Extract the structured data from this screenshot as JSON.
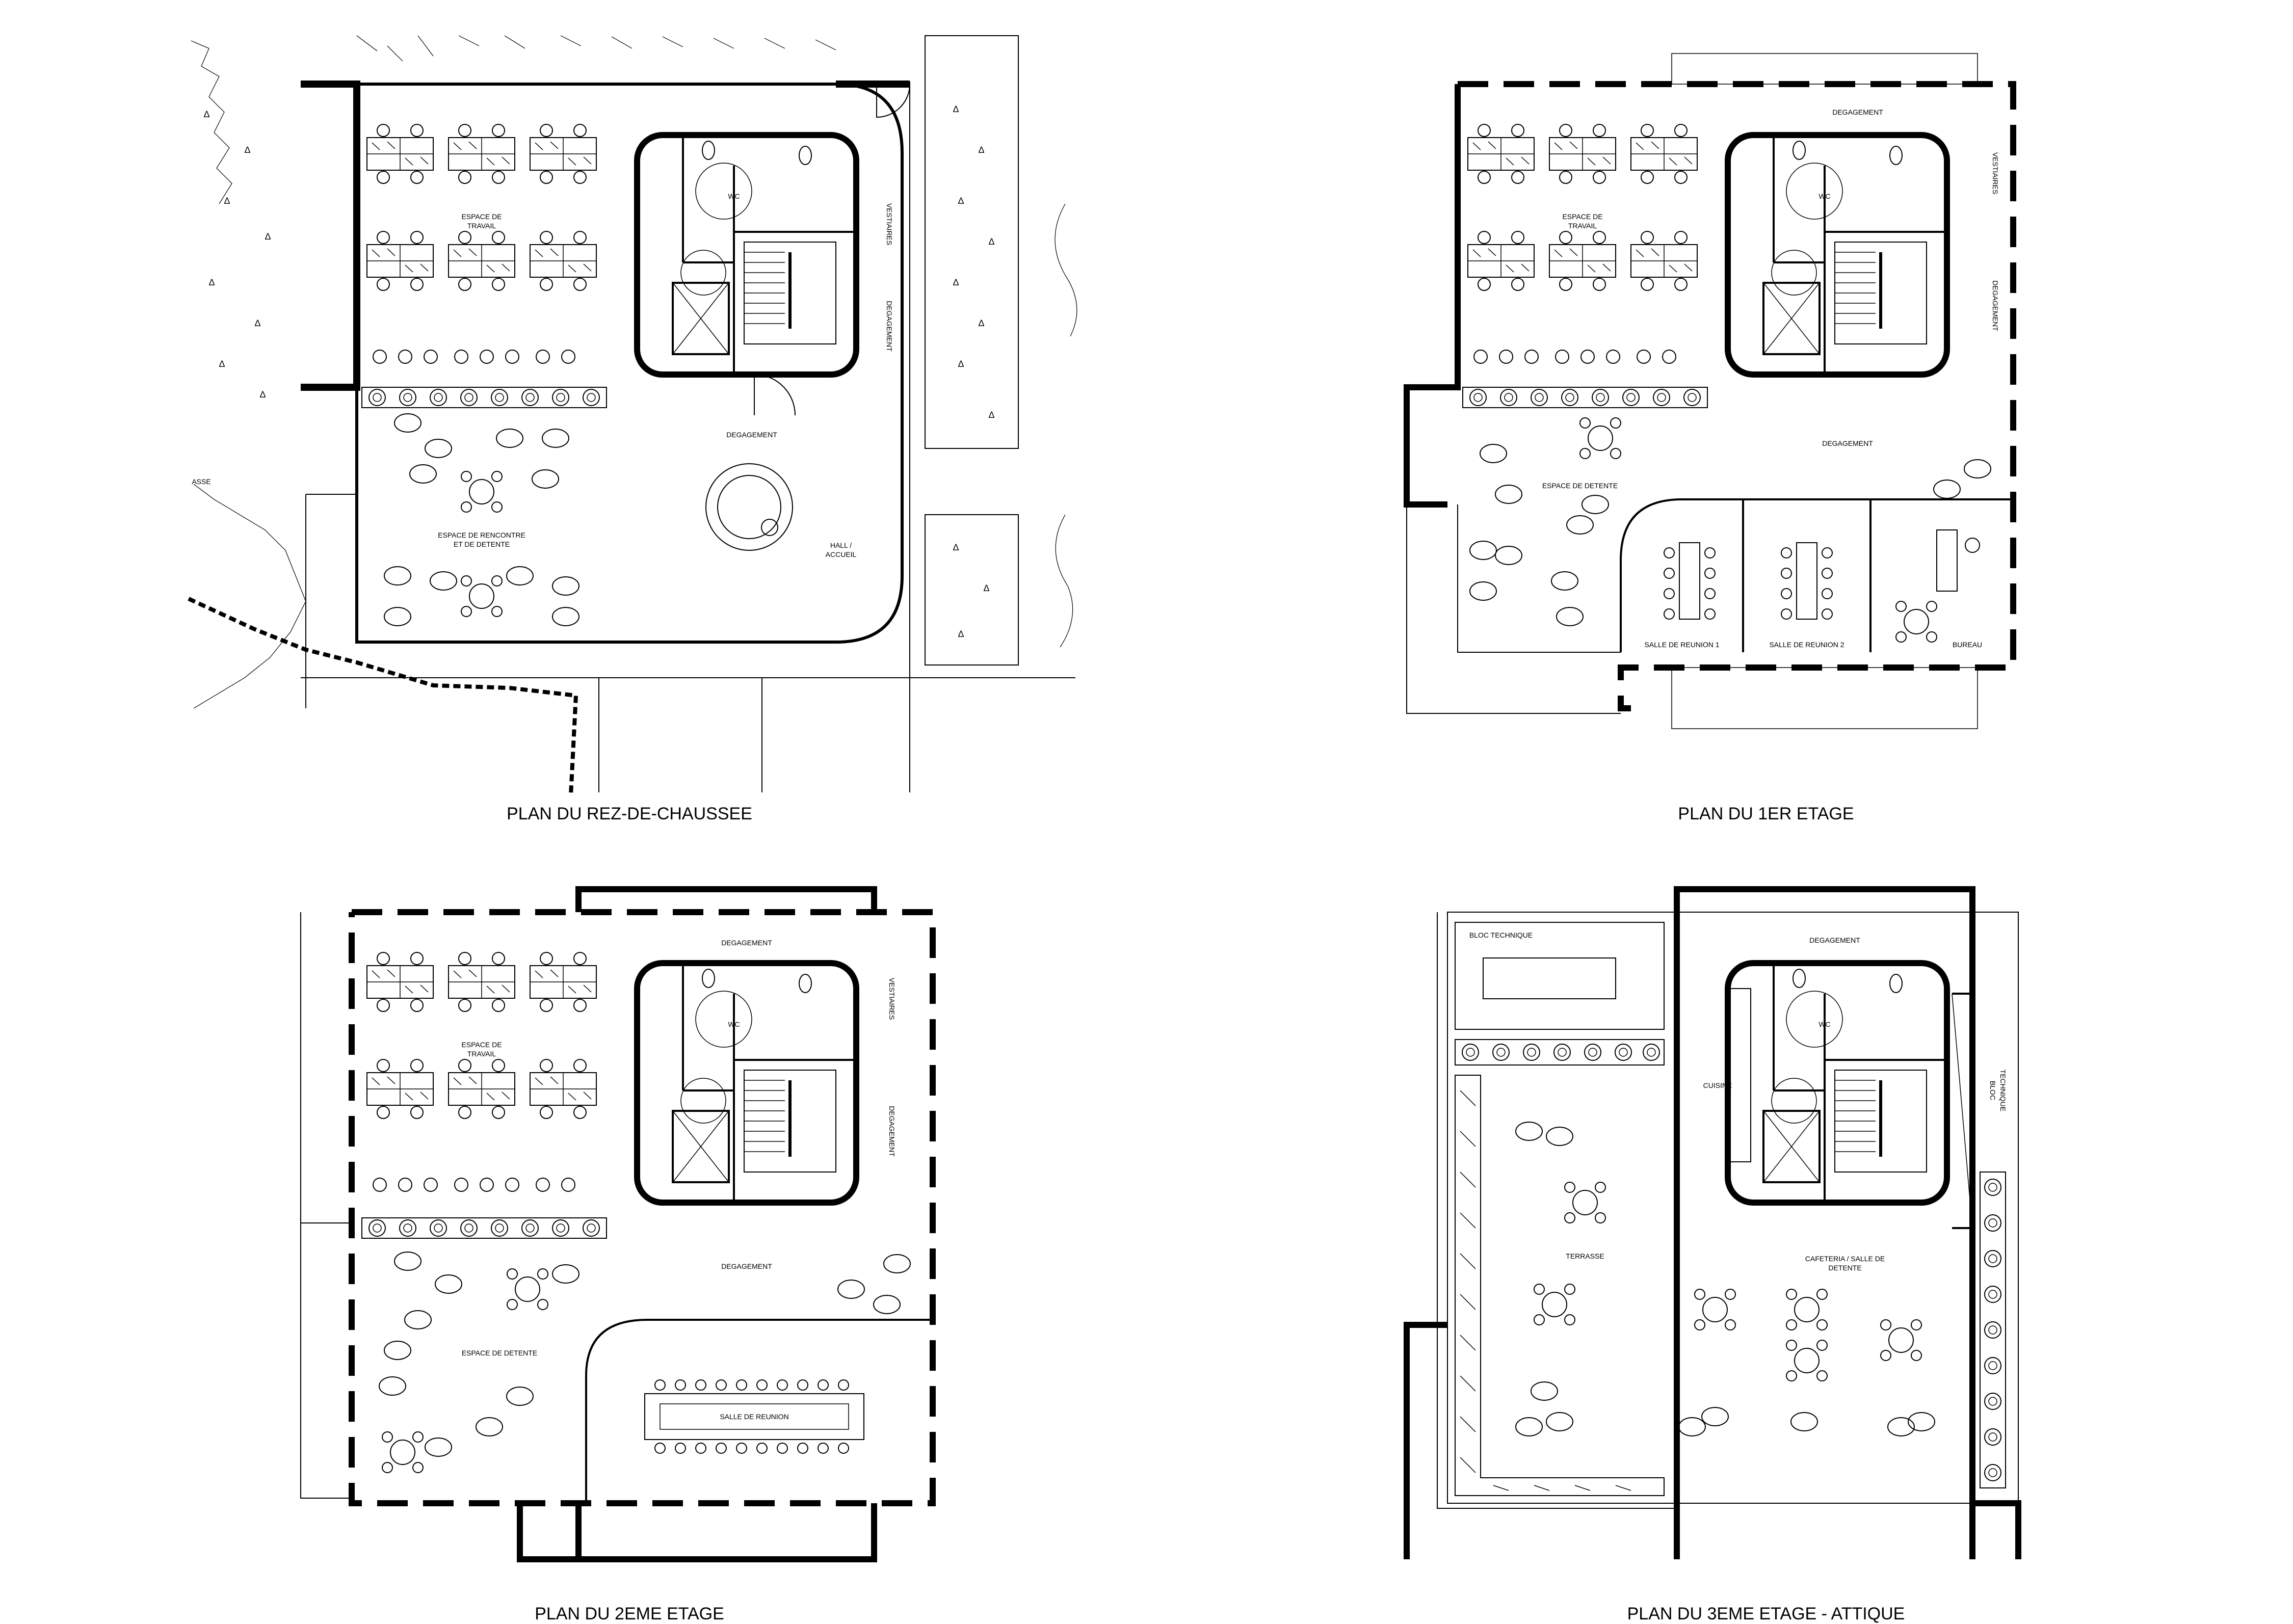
{
  "plans": [
    {
      "title": "PLAN DU REZ-DE-CHAUSSEE",
      "labels": {
        "work_1": "ESPACE DE",
        "work_2": "TRAVAIL",
        "wc": "WC",
        "vestiaires": "VESTIAIRES",
        "degagement_v": "DEGAGEMENT",
        "degagement": "DEGAGEMENT",
        "meet_1": "ESPACE DE RENCONTRE",
        "meet_2": "ET DE DETENTE",
        "hall_1": "HALL /",
        "hall_2": "ACCUEIL",
        "edge": "ASSE"
      }
    },
    {
      "title": "PLAN DU 1ER ETAGE",
      "labels": {
        "degagement_top": "DEGAGEMENT",
        "work_1": "ESPACE DE",
        "work_2": "TRAVAIL",
        "wc": "WC",
        "vestiaires": "VESTIAIRES",
        "degagement_v": "DEGAGEMENT",
        "degagement": "DEGAGEMENT",
        "detente": "ESPACE DE DETENTE",
        "reunion_1": "SALLE DE REUNION 1",
        "reunion_2": "SALLE DE REUNION 2",
        "bureau": "BUREAU"
      }
    },
    {
      "title": "PLAN DU 2EME ETAGE",
      "labels": {
        "degagement_top": "DEGAGEMENT",
        "work_1": "ESPACE DE",
        "work_2": "TRAVAIL",
        "wc": "WC",
        "vestiaires": "VESTIAIRES",
        "degagement_v": "DEGAGEMENT",
        "degagement": "DEGAGEMENT",
        "detente": "ESPACE DE DETENTE",
        "reunion": "SALLE DE REUNION"
      }
    },
    {
      "title": "PLAN DU 3EME ETAGE - ATTIQUE",
      "labels": {
        "bloc": "BLOC TECHNIQUE",
        "degagement_top": "DEGAGEMENT",
        "wc": "WC",
        "cuisine": "CUISINE",
        "bloc_v_1": "BLOC",
        "bloc_v_2": "TECHNIQUE",
        "terrasse": "TERRASSE",
        "cafe_1": "CAFETERIA / SALLE DE",
        "cafe_2": "DETENTE"
      }
    }
  ]
}
